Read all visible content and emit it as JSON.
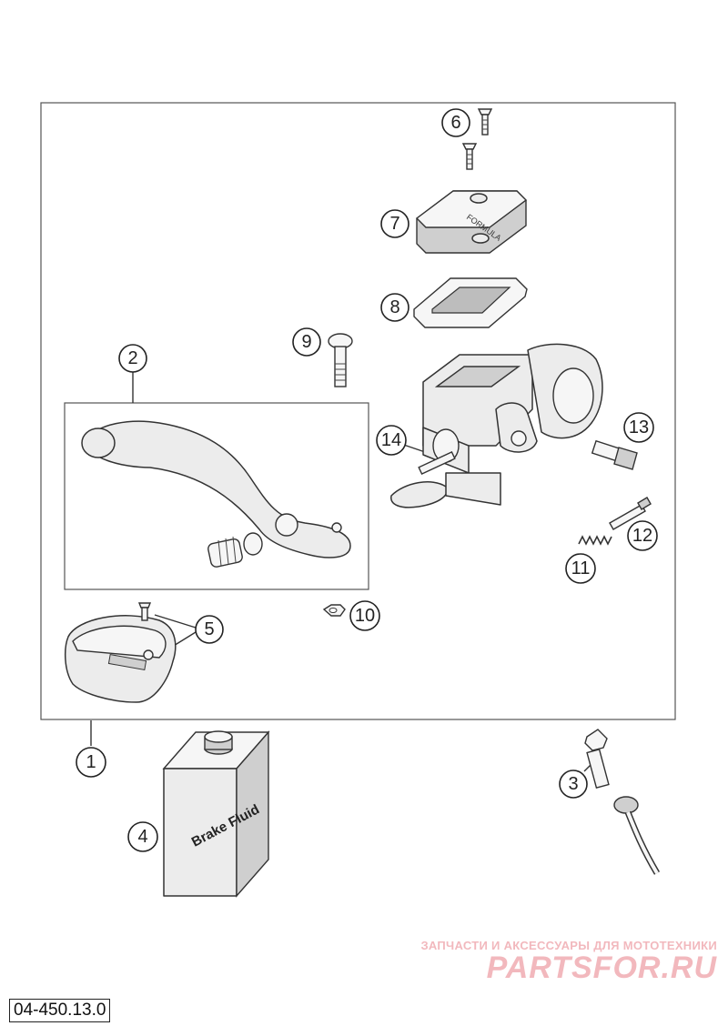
{
  "callouts": [
    {
      "id": "1",
      "label": "1"
    },
    {
      "id": "2",
      "label": "2"
    },
    {
      "id": "3",
      "label": "3"
    },
    {
      "id": "4",
      "label": "4"
    },
    {
      "id": "5",
      "label": "5"
    },
    {
      "id": "6",
      "label": "6"
    },
    {
      "id": "7",
      "label": "7"
    },
    {
      "id": "8",
      "label": "8"
    },
    {
      "id": "9",
      "label": "9"
    },
    {
      "id": "10",
      "label": "10"
    },
    {
      "id": "11",
      "label": "11"
    },
    {
      "id": "12",
      "label": "12"
    },
    {
      "id": "13",
      "label": "13"
    },
    {
      "id": "14",
      "label": "14"
    }
  ],
  "bottle_label": "Brake Fluid",
  "cover_brand": "FORMULA",
  "drawing_number": "04-450.13.0",
  "watermark": {
    "caption": "ЗАПЧАСТИ И АКСЕССУАРЫ ДЛЯ МОТОТЕХНИКИ",
    "logo": "PARTSFOR.RU"
  }
}
